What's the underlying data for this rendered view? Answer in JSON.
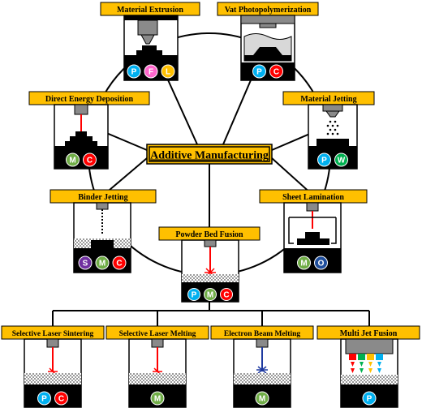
{
  "center": {
    "title": "Additive Manufacturing"
  },
  "processes": {
    "material_extrusion": {
      "label": "Material Extrusion",
      "materials": [
        "P",
        "F",
        "L"
      ]
    },
    "vat_photopolymerization": {
      "label": "Vat Photopolymerization",
      "materials": [
        "P",
        "C"
      ]
    },
    "direct_energy_deposition": {
      "label": "Direct Energy Deposition",
      "materials": [
        "M",
        "C"
      ]
    },
    "material_jetting": {
      "label": "Material Jetting",
      "materials": [
        "P",
        "W"
      ]
    },
    "binder_jetting": {
      "label": "Binder Jetting",
      "materials": [
        "S",
        "M",
        "C"
      ]
    },
    "sheet_lamination": {
      "label": "Sheet Lamination",
      "materials": [
        "M",
        "O"
      ]
    },
    "powder_bed_fusion": {
      "label": "Powder Bed Fusion",
      "materials": [
        "P",
        "M",
        "C"
      ]
    },
    "selective_laser_sintering": {
      "label": "Selective Laser Sintering",
      "materials": [
        "P",
        "C"
      ]
    },
    "selective_laser_melting": {
      "label": "Selective Laser Melting",
      "materials": [
        "M"
      ]
    },
    "electron_beam_melting": {
      "label": "Electron Beam Melting",
      "materials": [
        "M"
      ]
    },
    "multi_jet_fusion": {
      "label": "Multi Jet Fusion",
      "materials": [
        "P"
      ]
    }
  },
  "material_colors": {
    "P": "#00b0f0",
    "F": "#ff66cc",
    "L": "#ffc000",
    "C": "#ff0000",
    "M": "#70ad47",
    "W": "#00b050",
    "S": "#7030a0",
    "O": "#1f4e9c"
  },
  "colors": {
    "label_fill": "#ffc000",
    "laser": "#ff0000",
    "electron_beam": "#1f3aa0"
  }
}
